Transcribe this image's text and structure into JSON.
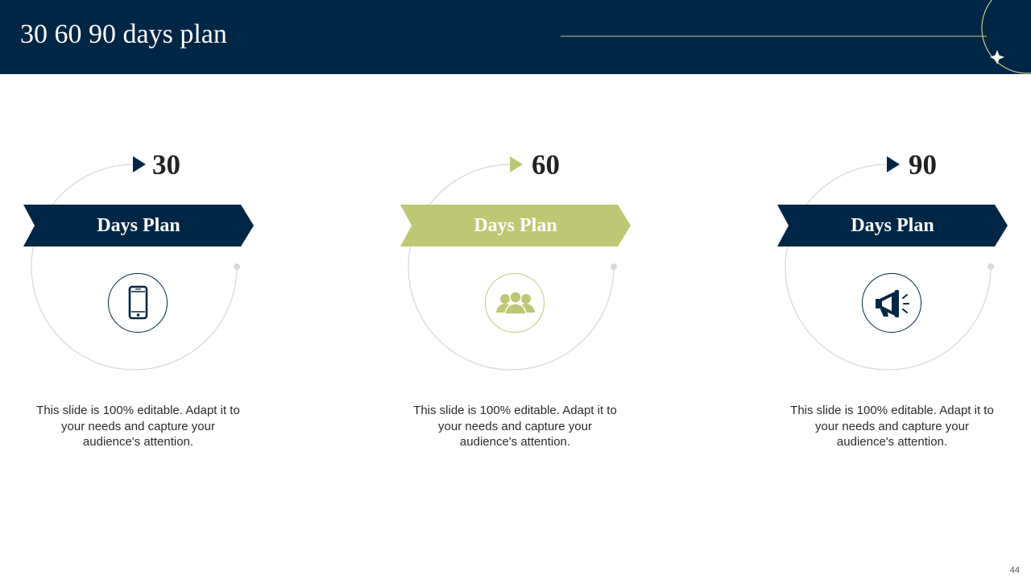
{
  "slide": {
    "title": "30 60 90 days plan",
    "page_number": "44"
  },
  "colors": {
    "navy": "#002645",
    "olive": "#bec774",
    "ring_gray": "#d9d9d9",
    "text": "#2b2b2b"
  },
  "phases": [
    {
      "number": "30",
      "label": "Days Plan",
      "icon": "smartphone-icon",
      "accent": "navy",
      "description": "This slide is 100% editable. Adapt it to your needs and capture your audience's attention."
    },
    {
      "number": "60",
      "label": "Days Plan",
      "icon": "team-icon",
      "accent": "olive",
      "description": "This slide is 100% editable. Adapt it to your needs and capture your audience's attention."
    },
    {
      "number": "90",
      "label": "Days Plan",
      "icon": "megaphone-icon",
      "accent": "navy",
      "description": "This slide is 100% editable. Adapt it to your needs and capture your audience's attention."
    }
  ]
}
